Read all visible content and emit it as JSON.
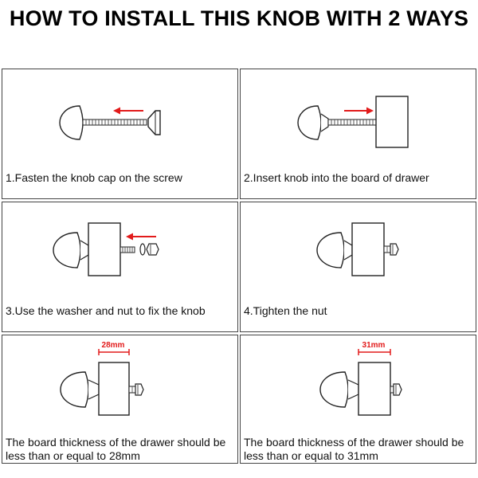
{
  "title": "HOW TO INSTALL THIS KNOB WITH 2 WAYS",
  "colors": {
    "arrow": "#e21b1b",
    "line": "#222222",
    "border": "#444444"
  },
  "steps": [
    {
      "caption": "1.Fasten the knob cap on the screw"
    },
    {
      "caption": "2.Insert knob into the board of drawer"
    },
    {
      "caption": "3.Use the washer and nut to fix the knob"
    },
    {
      "caption": "4.Tighten the nut"
    },
    {
      "caption": "The board thickness of the drawer should be less than or equal to 28mm",
      "measure": "28mm"
    },
    {
      "caption": "The board thickness of the drawer should be less than or equal to 31mm",
      "measure": "31mm"
    }
  ]
}
